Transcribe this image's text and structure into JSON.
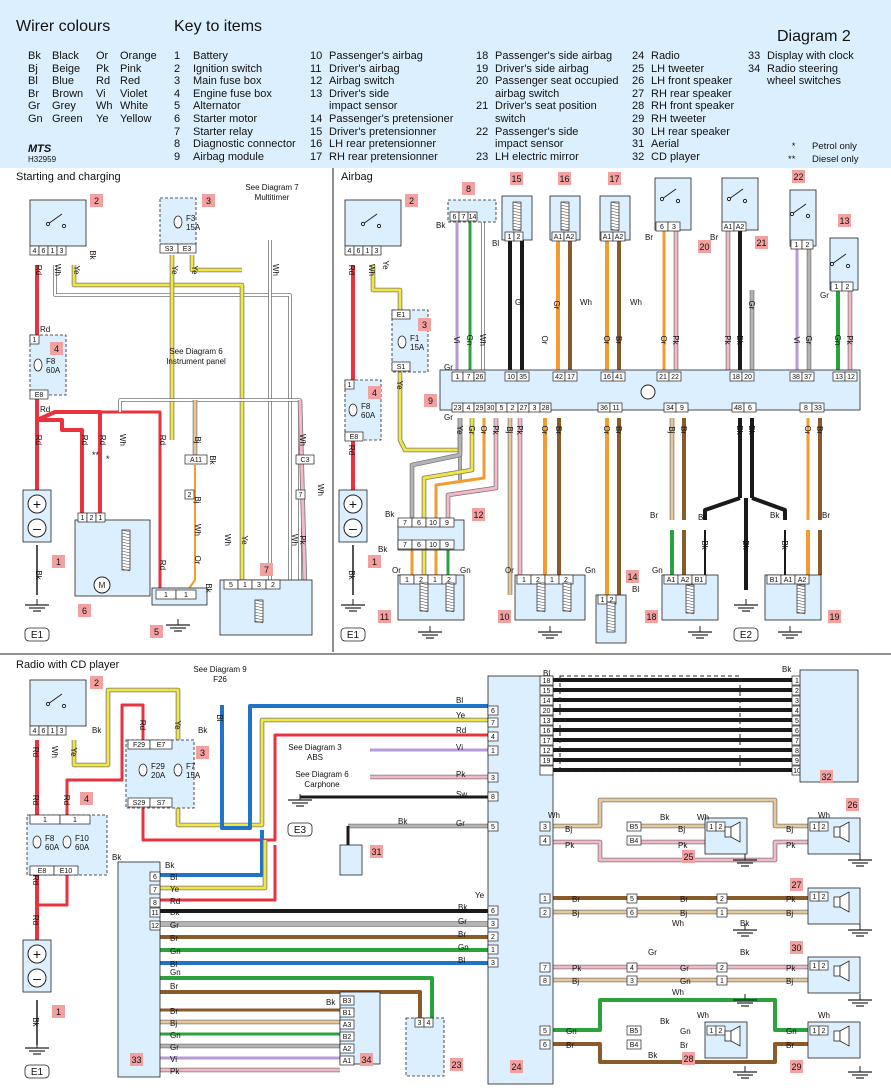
{
  "header": {
    "wire_colours_title": "Wirer colours",
    "key_title": "Key to items",
    "diagram_label": "Diagram 2",
    "logo_text": "MTS",
    "code": "H32959",
    "notes": [
      "Petrol only",
      "Diesel only"
    ],
    "note_marks": [
      "*",
      "**"
    ]
  },
  "wire_colours": [
    {
      "code": "Bk",
      "name": "Black"
    },
    {
      "code": "Bj",
      "name": "Beige"
    },
    {
      "code": "Bl",
      "name": "Blue"
    },
    {
      "code": "Br",
      "name": "Brown"
    },
    {
      "code": "Gr",
      "name": "Grey"
    },
    {
      "code": "Gn",
      "name": "Green"
    },
    {
      "code": "Or",
      "name": "Orange"
    },
    {
      "code": "Pk",
      "name": "Pink"
    },
    {
      "code": "Rd",
      "name": "Red"
    },
    {
      "code": "Vi",
      "name": "Violet"
    },
    {
      "code": "Wh",
      "name": "White"
    },
    {
      "code": "Ye",
      "name": "Yellow"
    }
  ],
  "key_items": [
    [
      "1",
      "Battery"
    ],
    [
      "2",
      "Ignition switch"
    ],
    [
      "3",
      "Main fuse box"
    ],
    [
      "4",
      "Engine fuse box"
    ],
    [
      "5",
      "Alternator"
    ],
    [
      "6",
      "Starter motor"
    ],
    [
      "7",
      "Starter relay"
    ],
    [
      "8",
      "Diagnostic connector"
    ],
    [
      "9",
      "Airbag module"
    ],
    [
      "10",
      "Passenger's airbag"
    ],
    [
      "11",
      "Driver's airbag"
    ],
    [
      "12",
      "Airbag switch"
    ],
    [
      "13",
      "Driver's side"
    ],
    [
      "",
      "impact sensor"
    ],
    [
      "14",
      "Passenger's pretensioner"
    ],
    [
      "15",
      "Driver's pretensionner"
    ],
    [
      "16",
      "LH rear pretensionner"
    ],
    [
      "17",
      "RH rear pretensionner"
    ],
    [
      "18",
      "Passenger's side airbag"
    ],
    [
      "19",
      "Driver's side airbag"
    ],
    [
      "20",
      "Passenger seat occupied"
    ],
    [
      "",
      "airbag switch"
    ],
    [
      "21",
      "Driver's seat position"
    ],
    [
      "",
      "switch"
    ],
    [
      "22",
      "Passenger's side"
    ],
    [
      "",
      "impact sensor"
    ],
    [
      "23",
      "LH electric mirror"
    ],
    [
      "24",
      "Radio"
    ],
    [
      "25",
      "LH tweeter"
    ],
    [
      "26",
      "LH front speaker"
    ],
    [
      "27",
      "RH rear speaker"
    ],
    [
      "28",
      "RH front speaker"
    ],
    [
      "29",
      "RH tweeter"
    ],
    [
      "30",
      "LH rear speaker"
    ],
    [
      "31",
      "Aerial"
    ],
    [
      "32",
      "CD player"
    ],
    [
      "33",
      "Display with clock"
    ],
    [
      "34",
      "Radio steering"
    ],
    [
      "",
      "wheel switches"
    ]
  ],
  "sections": {
    "starting": "Starting and charging",
    "airbag": "Airbag",
    "radio": "Radio with CD player"
  },
  "diagram_refs": {
    "d7": [
      "See Diagram 7",
      "Multitimer"
    ],
    "d6": [
      "See Diagram 6",
      "Instrument panel"
    ],
    "d9": [
      "See Diagram 9",
      "F26"
    ],
    "d3": [
      "See Diagram 3",
      "ABS"
    ],
    "d6b": [
      "See Diagram 6",
      "Carphone"
    ]
  },
  "fuses": {
    "f3": [
      "F3",
      "15A"
    ],
    "f8": [
      "F8",
      "60A"
    ],
    "f1": [
      "F1",
      "15A"
    ],
    "f29": [
      "F29",
      "20A"
    ],
    "f7": [
      "F7",
      "15A"
    ],
    "f10": [
      "F10",
      "60A"
    ]
  },
  "earth_labels": {
    "e1": "E1",
    "e2": "E2",
    "e3": "E3"
  },
  "palette": {
    "Rd": "#e8333f",
    "Ye": "#f2e640",
    "Wh": "#ffffff",
    "Bk": "#1a1a1a",
    "Bl": "#1e74c8",
    "Gn": "#2aa33c",
    "Gr": "#b4b4b4",
    "Br": "#8a5a2b",
    "Bj": "#e8c89a",
    "Or": "#f39b2e",
    "Pk": "#f5b8c6",
    "Vi": "#b79ad6",
    "badge": "#f2a0a0",
    "comp": "#dcefff"
  }
}
